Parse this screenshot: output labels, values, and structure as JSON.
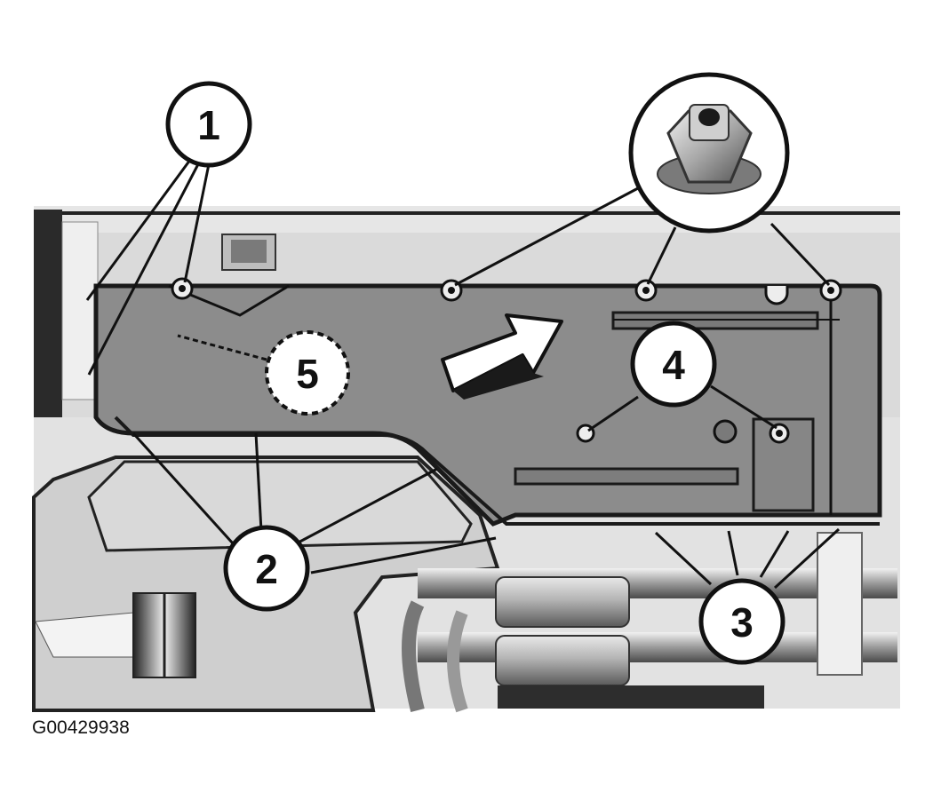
{
  "figure": {
    "id": "G00429938"
  },
  "callouts": [
    {
      "label": "1",
      "style": "solid"
    },
    {
      "label": "2",
      "style": "solid"
    },
    {
      "label": "3",
      "style": "solid"
    },
    {
      "label": "4",
      "style": "solid"
    },
    {
      "label": "5",
      "style": "dashed"
    }
  ],
  "icons": {
    "direction_arrow": "arrow-icon",
    "fastener_detail": "flange-nut-icon"
  },
  "colors": {
    "shield": "#8c8c8c",
    "shield_outline": "#1a1a1a",
    "background_structure": "#d4d4d4",
    "callout_fill": "#ffffff",
    "leader_line": "#111111"
  }
}
